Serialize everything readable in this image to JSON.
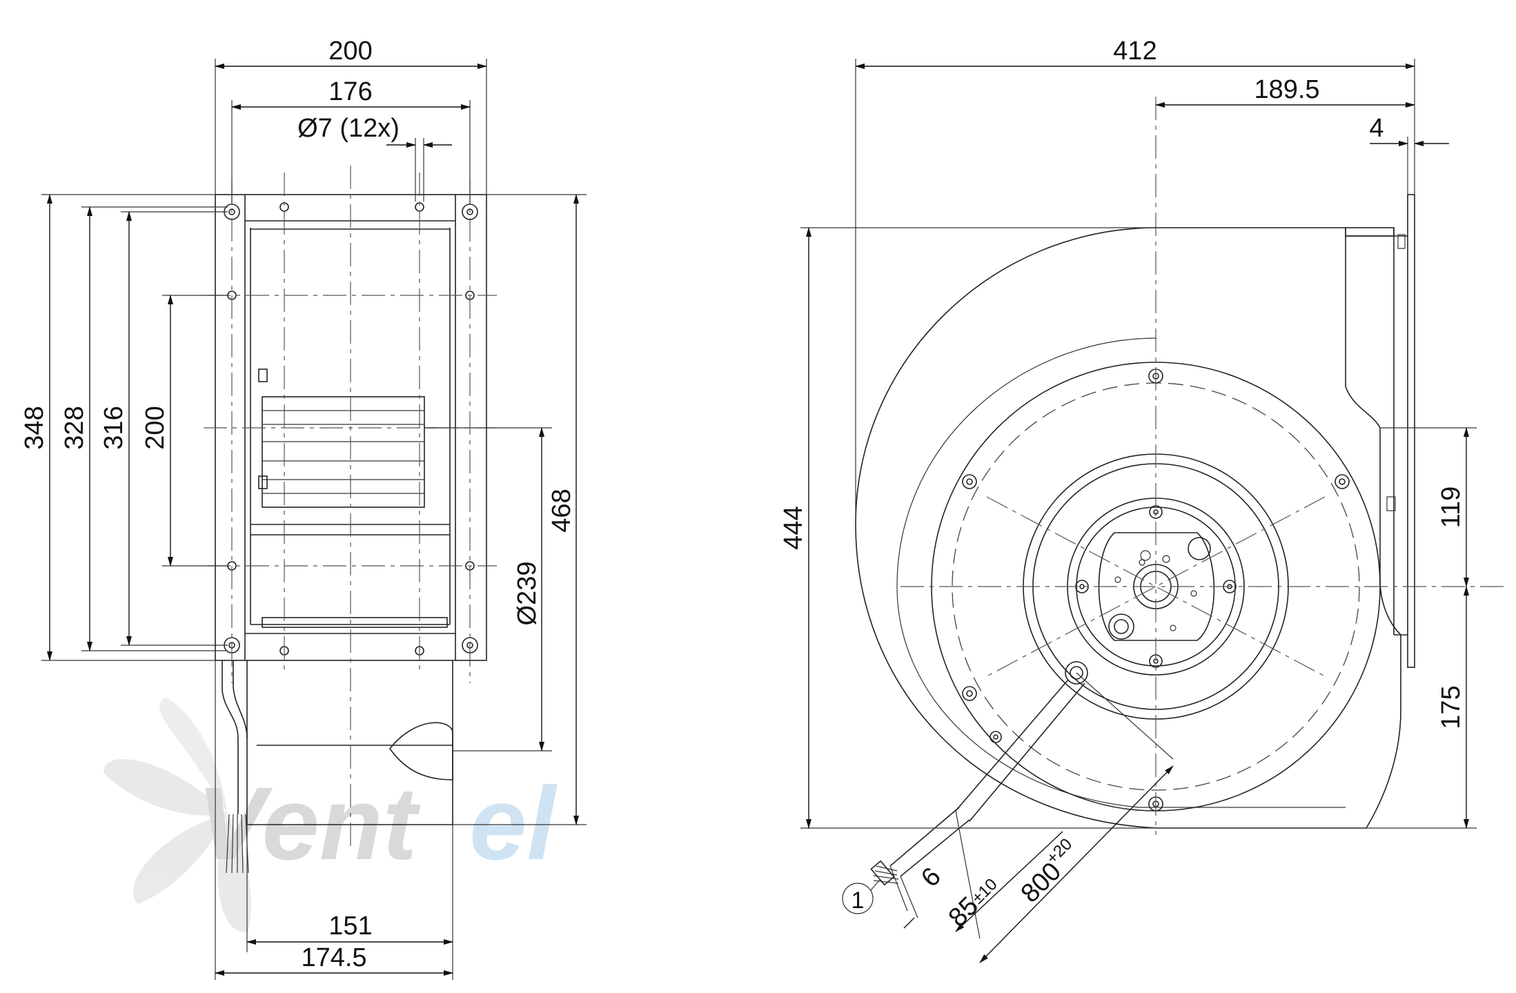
{
  "watermark": {
    "text_a": "Vent",
    "text_b": "el"
  },
  "side_view": {
    "dims": {
      "width_overall": "200",
      "width_holes": "176",
      "hole_spec": "Ø7 (12x)",
      "height_348": "348",
      "height_328": "328",
      "height_316": "316",
      "height_200": "200",
      "height_468": "468",
      "diameter": "Ø239",
      "bottom_151": "151",
      "bottom_174": "174.5"
    }
  },
  "front_view": {
    "dims": {
      "width_overall": "412",
      "width_189": "189.5",
      "flange_4": "4",
      "height_444": "444",
      "height_119": "119",
      "height_175": "175",
      "cable_6": "6",
      "cable_85": "85",
      "cable_85_tol": "±10",
      "cable_800": "800",
      "cable_800_tol": "+20"
    },
    "callout": "1"
  }
}
